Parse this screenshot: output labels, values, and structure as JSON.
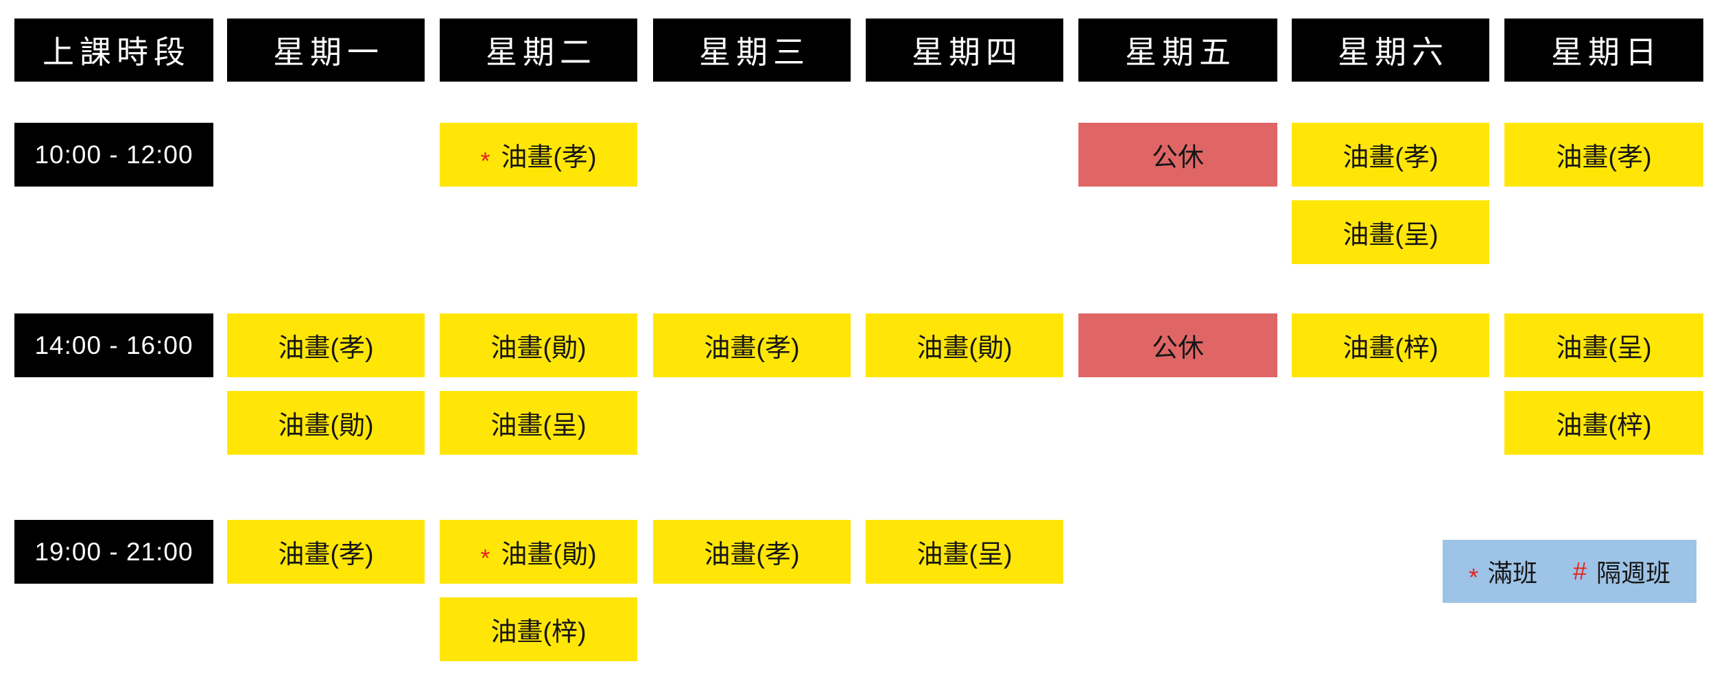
{
  "palette": {
    "header_bg": "#000000",
    "header_text": "#ffffff",
    "class_cell_bg": "#ffe606",
    "closed_cell_bg": "#e06666",
    "legend_bg": "#9dc3e6",
    "marker_red": "#e8231a",
    "cell_text": "#161616"
  },
  "header": {
    "time_column": "上課時段",
    "days": [
      "星期一",
      "星期二",
      "星期三",
      "星期四",
      "星期五",
      "星期六",
      "星期日"
    ]
  },
  "rows": [
    {
      "time": "10:00 - 12:00",
      "cells": [
        {
          "day": "星期二",
          "col": 2,
          "line": 1,
          "type": "class",
          "prefix": "*",
          "label": "油畫(孝)"
        },
        {
          "day": "星期五",
          "col": 5,
          "line": 1,
          "type": "closed",
          "label": "公休"
        },
        {
          "day": "星期六",
          "col": 6,
          "line": 1,
          "type": "class",
          "label": "油畫(孝)"
        },
        {
          "day": "星期六",
          "col": 6,
          "line": 2,
          "type": "class",
          "label": "油畫(呈)"
        },
        {
          "day": "星期日",
          "col": 7,
          "line": 1,
          "type": "class",
          "label": "油畫(孝)"
        }
      ]
    },
    {
      "time": "14:00 - 16:00",
      "cells": [
        {
          "day": "星期一",
          "col": 1,
          "line": 1,
          "type": "class",
          "label": "油畫(孝)"
        },
        {
          "day": "星期一",
          "col": 1,
          "line": 2,
          "type": "class",
          "label": "油畫(勛)"
        },
        {
          "day": "星期二",
          "col": 2,
          "line": 1,
          "type": "class",
          "label": "油畫(勛)"
        },
        {
          "day": "星期二",
          "col": 2,
          "line": 2,
          "type": "class",
          "label": "油畫(呈)"
        },
        {
          "day": "星期三",
          "col": 3,
          "line": 1,
          "type": "class",
          "label": "油畫(孝)"
        },
        {
          "day": "星期四",
          "col": 4,
          "line": 1,
          "type": "class",
          "label": "油畫(勛)"
        },
        {
          "day": "星期五",
          "col": 5,
          "line": 1,
          "type": "closed",
          "label": "公休"
        },
        {
          "day": "星期六",
          "col": 6,
          "line": 1,
          "type": "class",
          "label": "油畫(梓)"
        },
        {
          "day": "星期日",
          "col": 7,
          "line": 1,
          "type": "class",
          "label": "油畫(呈)"
        },
        {
          "day": "星期日",
          "col": 7,
          "line": 2,
          "type": "class",
          "label": "油畫(梓)"
        }
      ]
    },
    {
      "time": "19:00 - 21:00",
      "cells": [
        {
          "day": "星期一",
          "col": 1,
          "line": 1,
          "type": "class",
          "label": "油畫(孝)"
        },
        {
          "day": "星期二",
          "col": 2,
          "line": 1,
          "type": "class",
          "prefix": "*",
          "label": "油畫(勛)"
        },
        {
          "day": "星期二",
          "col": 2,
          "line": 2,
          "type": "class",
          "label": "油畫(梓)"
        },
        {
          "day": "星期三",
          "col": 3,
          "line": 1,
          "type": "class",
          "label": "油畫(孝)"
        },
        {
          "day": "星期四",
          "col": 4,
          "line": 1,
          "type": "class",
          "label": "油畫(呈)"
        }
      ]
    }
  ],
  "legend": {
    "items": [
      {
        "symbol": "*",
        "label": "滿班"
      },
      {
        "symbol": "#",
        "label": "隔週班"
      }
    ]
  }
}
